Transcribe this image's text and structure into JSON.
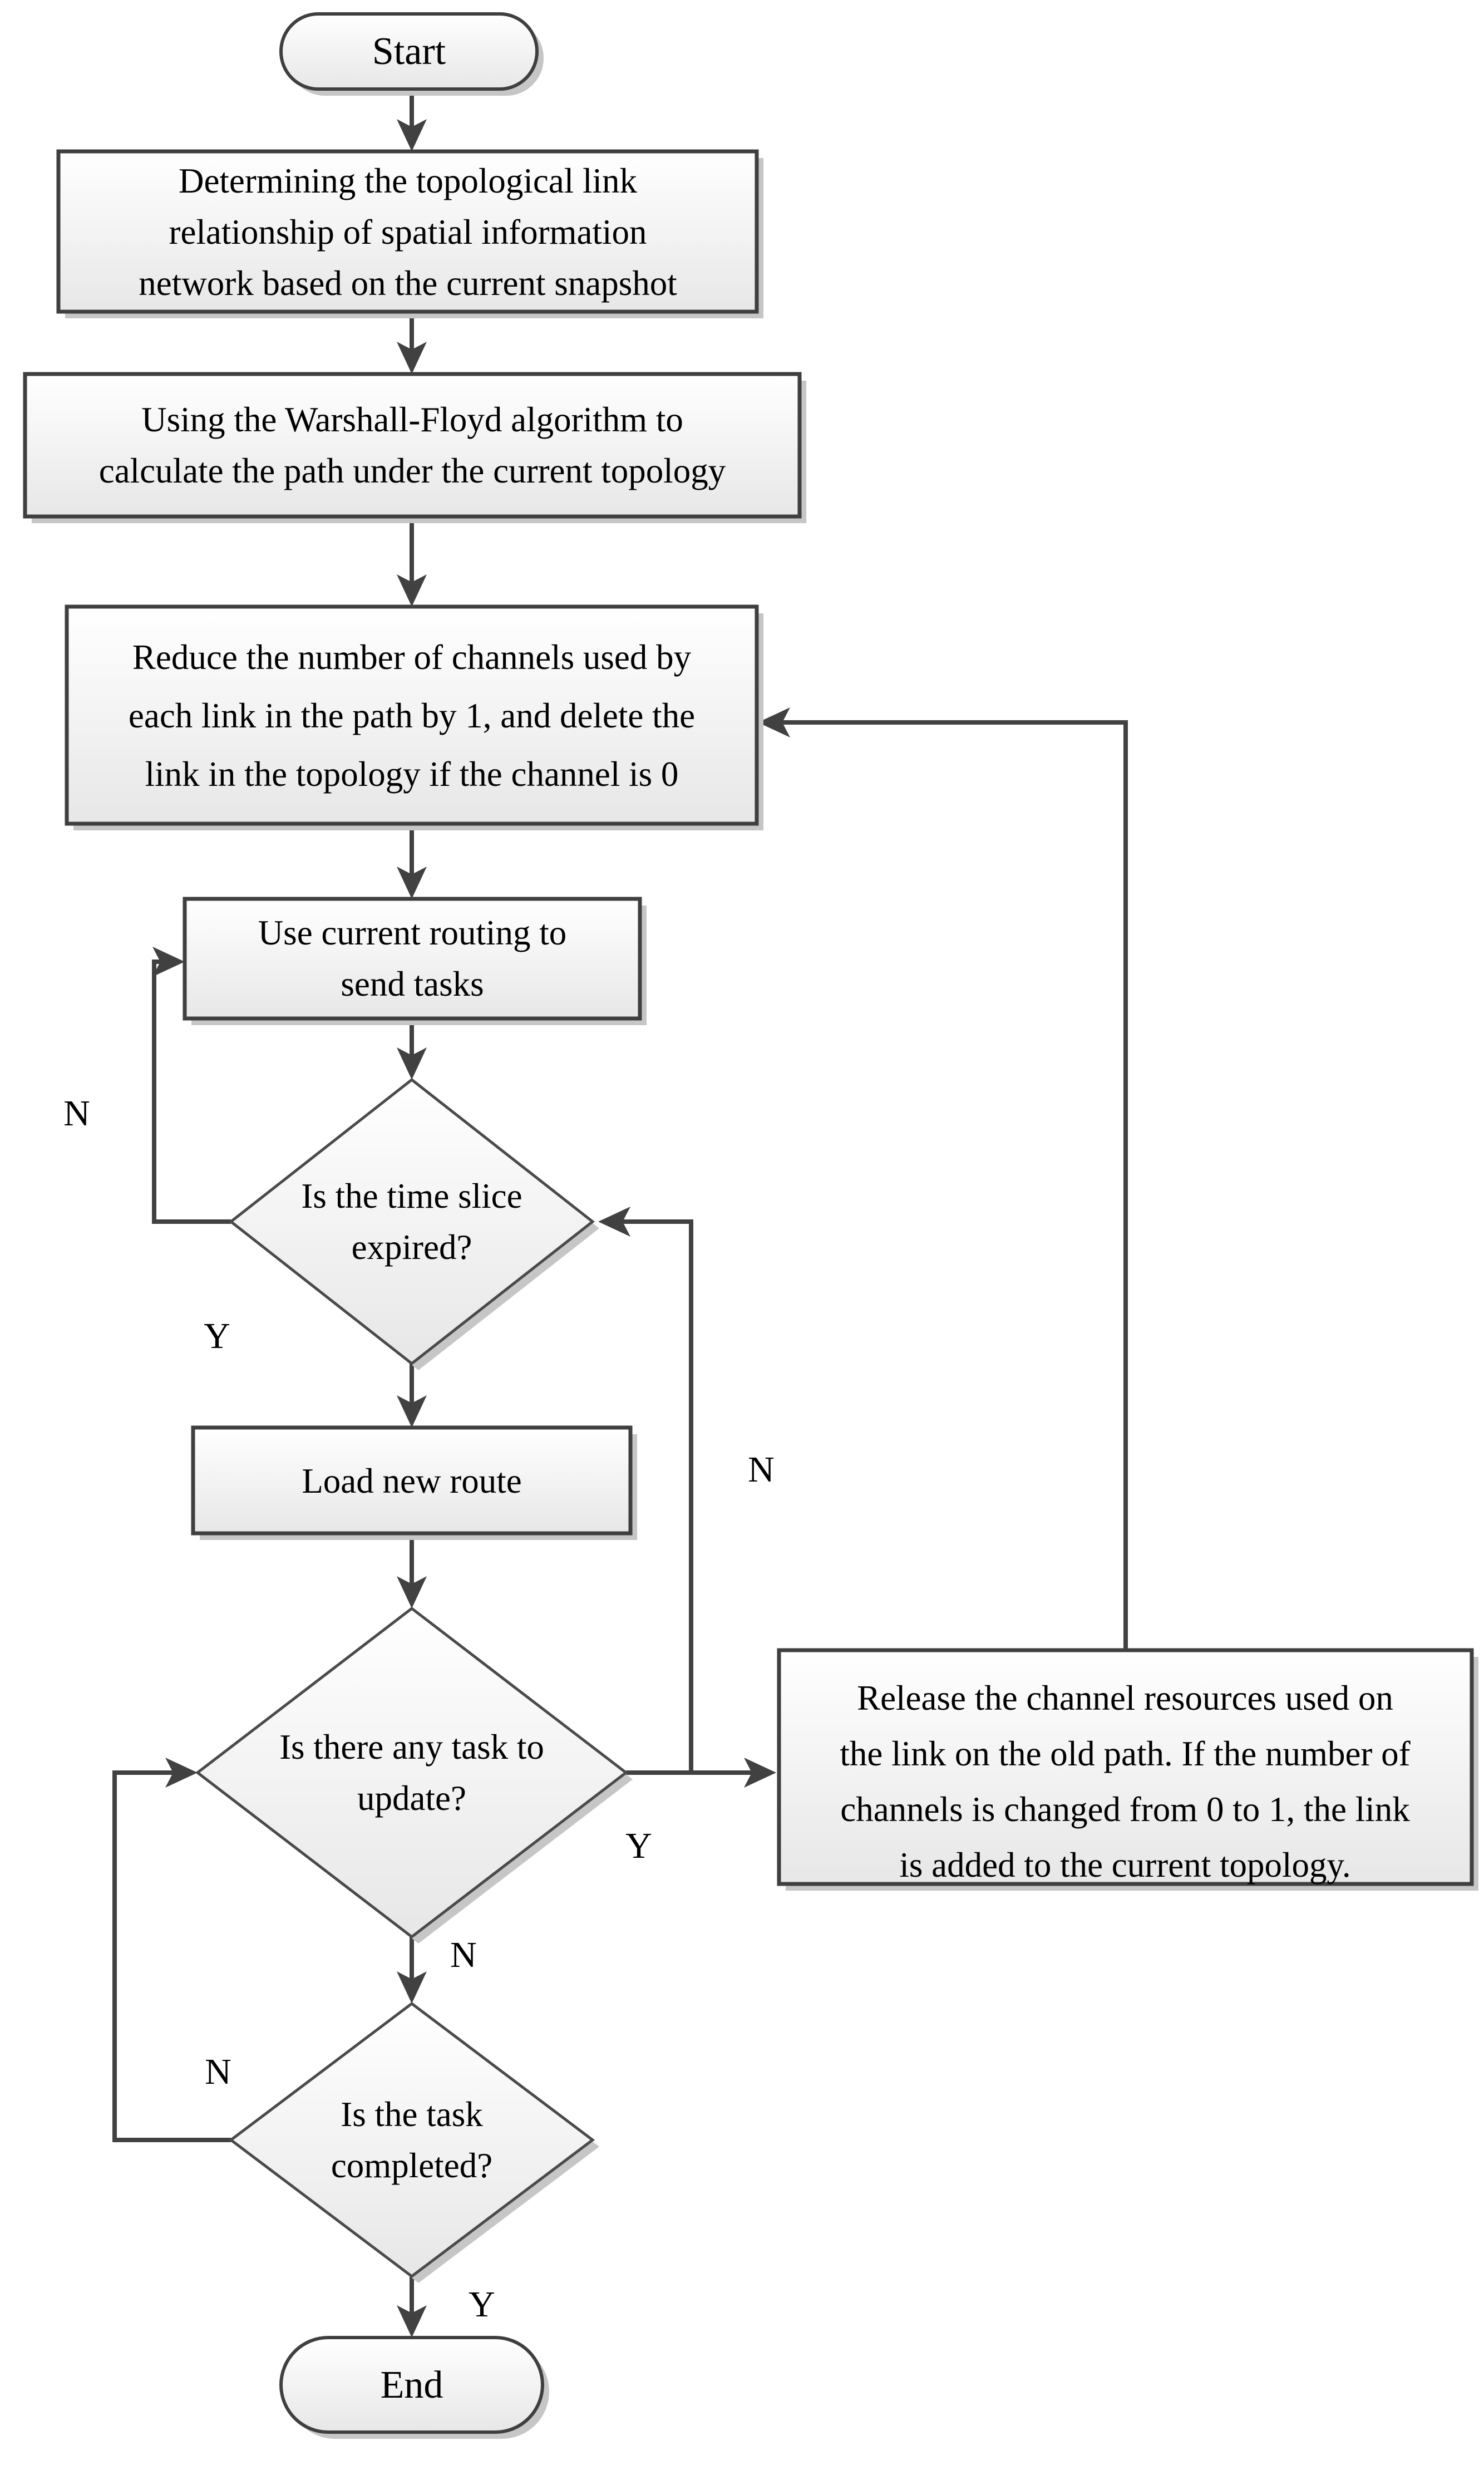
{
  "diagram": {
    "type": "flowchart",
    "background": "#ffffff",
    "colors": {
      "node_border": "#3f3f3f",
      "connector": "#414141",
      "node_fill_top": "#ffffff",
      "node_fill_bottom": "#e7e7e7",
      "shadow": "#c6c6c6",
      "text": "#000000"
    },
    "nodes": {
      "start": {
        "type": "terminator",
        "label": "Start"
      },
      "determine_topology": {
        "type": "process",
        "lines": [
          "Determining the topological link",
          "relationship of spatial information",
          "network based on the current snapshot"
        ]
      },
      "warshall_floyd": {
        "type": "process",
        "lines": [
          "Using the Warshall-Floyd algorithm to",
          "calculate the path under the current topology"
        ]
      },
      "reduce_channels": {
        "type": "process",
        "lines": [
          "Reduce the number of channels used by",
          "each link in the path by 1, and delete the",
          "link in the topology if the channel is 0"
        ]
      },
      "use_current_routing": {
        "type": "process",
        "lines": [
          "Use current routing to",
          "send tasks"
        ]
      },
      "time_slice_expired": {
        "type": "decision",
        "lines": [
          "Is the time slice",
          "expired?"
        ]
      },
      "load_new_route": {
        "type": "process",
        "label": "Load new route"
      },
      "task_to_update": {
        "type": "decision",
        "lines": [
          "Is there any task to",
          "update?"
        ]
      },
      "release_channels": {
        "type": "process",
        "lines": [
          "Release the channel resources used on",
          "the link on the old path. If the number of",
          "channels is changed from 0 to 1, the link",
          "is added to the current topology."
        ]
      },
      "task_completed": {
        "type": "decision",
        "lines": [
          "Is the task",
          "completed?"
        ]
      },
      "end": {
        "type": "terminator",
        "label": "End"
      }
    },
    "edge_labels": {
      "time_slice_no": "N",
      "time_slice_yes": "Y",
      "task_update_no_up": "N",
      "task_update_yes": "Y",
      "task_update_no_down": "N",
      "task_completed_no": "N",
      "task_completed_yes": "Y"
    }
  }
}
